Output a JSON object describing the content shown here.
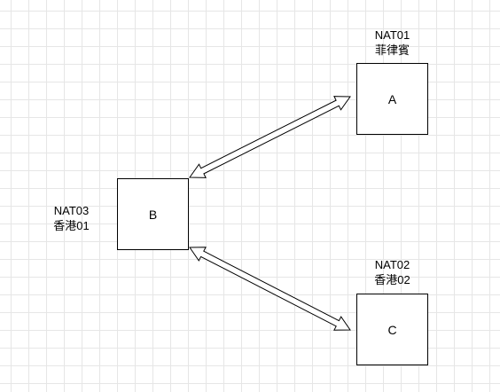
{
  "nodes": [
    {
      "id": "A",
      "title": "NAT01",
      "subtitle": "菲律賓"
    },
    {
      "id": "B",
      "title": "NAT03",
      "subtitle": "香港01"
    },
    {
      "id": "C",
      "title": "NAT02",
      "subtitle": "香港02"
    }
  ],
  "edges": [
    {
      "from": "B",
      "to": "A",
      "style": "double-headed-outline-arrow"
    },
    {
      "from": "B",
      "to": "C",
      "style": "double-headed-outline-arrow"
    }
  ],
  "colors": {
    "stroke": "#000000",
    "fill": "#ffffff",
    "grid": "#e6e6e6"
  }
}
